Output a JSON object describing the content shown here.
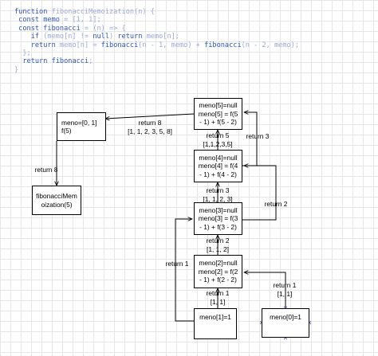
{
  "code": {
    "lines": [
      [
        {
          "t": "function ",
          "c": "kw"
        },
        {
          "t": "fibonacciMemoization",
          "c": "pn"
        },
        {
          "t": "(n) {",
          "c": "pn"
        }
      ],
      [
        {
          "t": " const ",
          "c": "kw"
        },
        {
          "t": "memo ",
          "c": "vr"
        },
        {
          "t": "= [1, 1];",
          "c": "pn"
        }
      ],
      [
        {
          "t": " const ",
          "c": "kw"
        },
        {
          "t": "fibonacci ",
          "c": "vr"
        },
        {
          "t": "= (n) => {",
          "c": "pn"
        }
      ],
      [
        {
          "t": "    if ",
          "c": "kw"
        },
        {
          "t": "(memo[n] != ",
          "c": "pn"
        },
        {
          "t": "null",
          "c": "kw"
        },
        {
          "t": ") ",
          "c": "pn"
        },
        {
          "t": "return ",
          "c": "kw"
        },
        {
          "t": "memo[n];",
          "c": "pn"
        }
      ],
      [
        {
          "t": "    return ",
          "c": "kw"
        },
        {
          "t": "memo[n] = ",
          "c": "pn"
        },
        {
          "t": "fibonacci",
          "c": "fn"
        },
        {
          "t": "(n - 1, memo) + ",
          "c": "pn"
        },
        {
          "t": "fibonacci",
          "c": "fn"
        },
        {
          "t": "(n - 2, memo);",
          "c": "pn"
        }
      ],
      [
        {
          "t": "  };",
          "c": "pn"
        }
      ],
      [
        {
          "t": "  return ",
          "c": "kw"
        },
        {
          "t": "fibonacci",
          "c": "vr"
        },
        {
          "t": ";",
          "c": "pn"
        }
      ],
      [
        {
          "t": "}",
          "c": "pn"
        }
      ]
    ]
  },
  "boxes": {
    "memo_f5": [
      "meno=[0, 1]",
      "f(5)"
    ],
    "fibmemo5": [
      "fibonacciMem",
      "oization(5)"
    ],
    "m5": [
      "meno[5]=null",
      "meno[5] = f(5",
      "- 1) + f(5 - 2)"
    ],
    "m4": [
      "meno[4]=null",
      "meno[4] = f(4",
      "- 1) + f(4 - 2)"
    ],
    "m3": [
      "meno[3]=null",
      "meno[3] = f(3",
      "- 1) + f(3 - 2)"
    ],
    "m2": [
      "meno[2]=null",
      "meno[2] = f(2",
      "- 1) + f(2 - 2)"
    ],
    "m1": [
      "meno[1]=1"
    ],
    "m0": [
      "meno[0]=1"
    ]
  },
  "labels": {
    "return8_top": [
      "return 8",
      "[1, 1, 2, 3, 5, 8]"
    ],
    "return8_left": [
      "return 8"
    ],
    "return5": [
      "return 5",
      "[1,1,2,3,5]"
    ],
    "return3_mid": [
      "return 3",
      "[1, 1, 2, 3]"
    ],
    "return3_right": [
      "return 3"
    ],
    "return2_mid": [
      "return 2",
      "[1, 1, 2]"
    ],
    "return2_right": [
      "return 2"
    ],
    "return1_mid": [
      "return 1",
      "[1, 1]"
    ],
    "return1_left": [
      "return 1"
    ],
    "return1_right": [
      "return 1",
      "[1, 1]"
    ]
  }
}
